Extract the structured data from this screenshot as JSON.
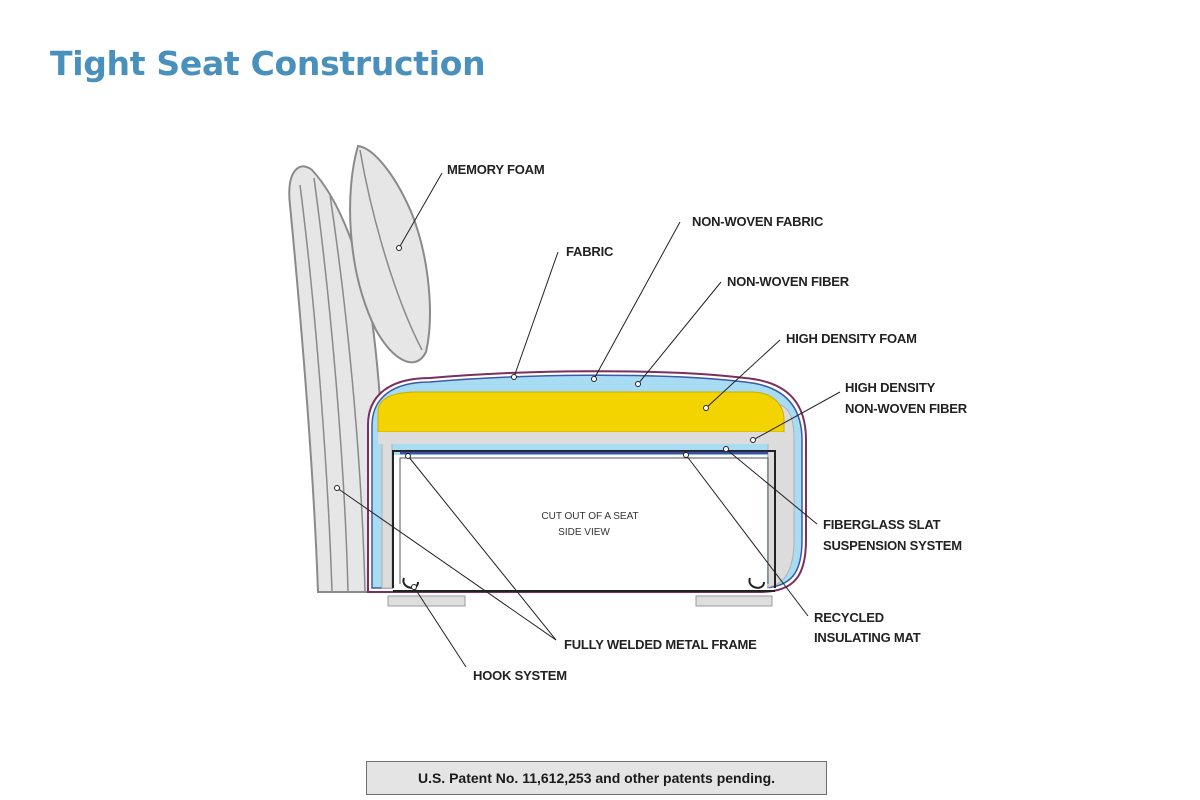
{
  "title": "Tight Seat Construction",
  "labels": {
    "memory_foam": "MEMORY FOAM",
    "non_woven_fabric": "NON-WOVEN FABRIC",
    "fabric": "FABRIC",
    "non_woven_fiber": "NON-WOVEN FIBER",
    "high_density_foam": "HIGH DENSITY FOAM",
    "high_density_non_woven_fiber_line1": "HIGH DENSITY",
    "high_density_non_woven_fiber_line2": "NON-WOVEN FIBER",
    "fiberglass_slat_line1": "FIBERGLASS SLAT",
    "fiberglass_slat_line2": "SUSPENSION SYSTEM",
    "recycled_mat_line1": "RECYCLED",
    "recycled_mat_line2": "INSULATING MAT",
    "welded_frame": "FULLY WELDED METAL FRAME",
    "hook_system": "HOOK SYSTEM"
  },
  "cutout_note": {
    "line1": "CUT OUT OF A SEAT",
    "line2": "SIDE VIEW"
  },
  "patent_note": "U.S. Patent No. 11,612,253 and other patents pending.",
  "colors": {
    "title": "#4a90bd",
    "memory_foam": "#e6e6e6",
    "non_woven_fiber": "#a8dcf3",
    "high_density_foam": "#f3d400",
    "high_density_fiber": "#dcdcdc",
    "fabric_outline": "#7a2f5f",
    "slat": "#3a4fa0",
    "patent_box": "#e4e4e4"
  }
}
